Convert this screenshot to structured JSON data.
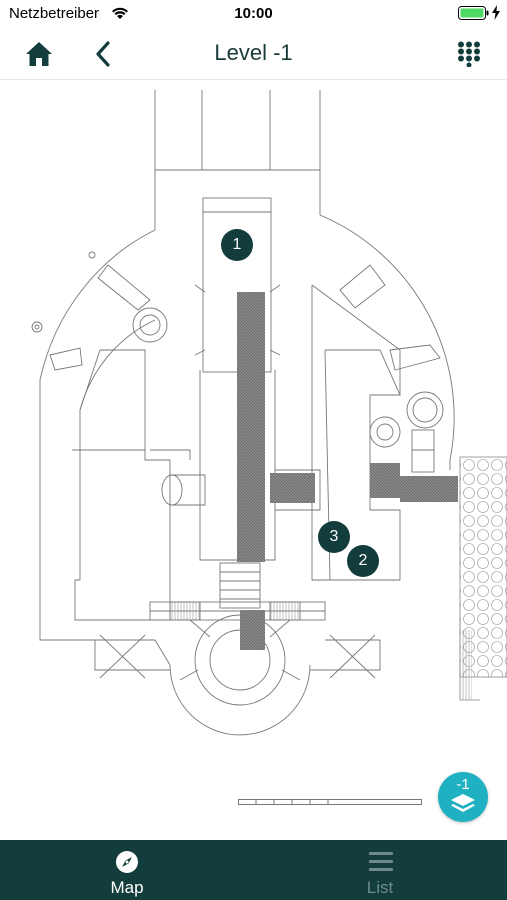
{
  "status_bar": {
    "carrier": "Netzbetreiber",
    "time": "10:00"
  },
  "nav": {
    "title": "Level -1",
    "icons": {
      "home": "home-icon",
      "back": "chevron-left-icon",
      "keypad": "keypad-icon"
    }
  },
  "map": {
    "markers": [
      {
        "label": "1"
      },
      {
        "label": "3"
      },
      {
        "label": "2"
      }
    ]
  },
  "level_button": {
    "level": "-1",
    "icon": "layers-icon"
  },
  "tabs": [
    {
      "label": "Map",
      "icon": "compass-icon",
      "selected": true
    },
    {
      "label": "List",
      "icon": "list-icon",
      "selected": false
    }
  ],
  "colors": {
    "dark_teal": "#133c3c",
    "accent": "#1fb0c2",
    "title_text": "#1b3a3a",
    "inactive_tab": "#6e8a8a",
    "battery": "#4cd964"
  }
}
